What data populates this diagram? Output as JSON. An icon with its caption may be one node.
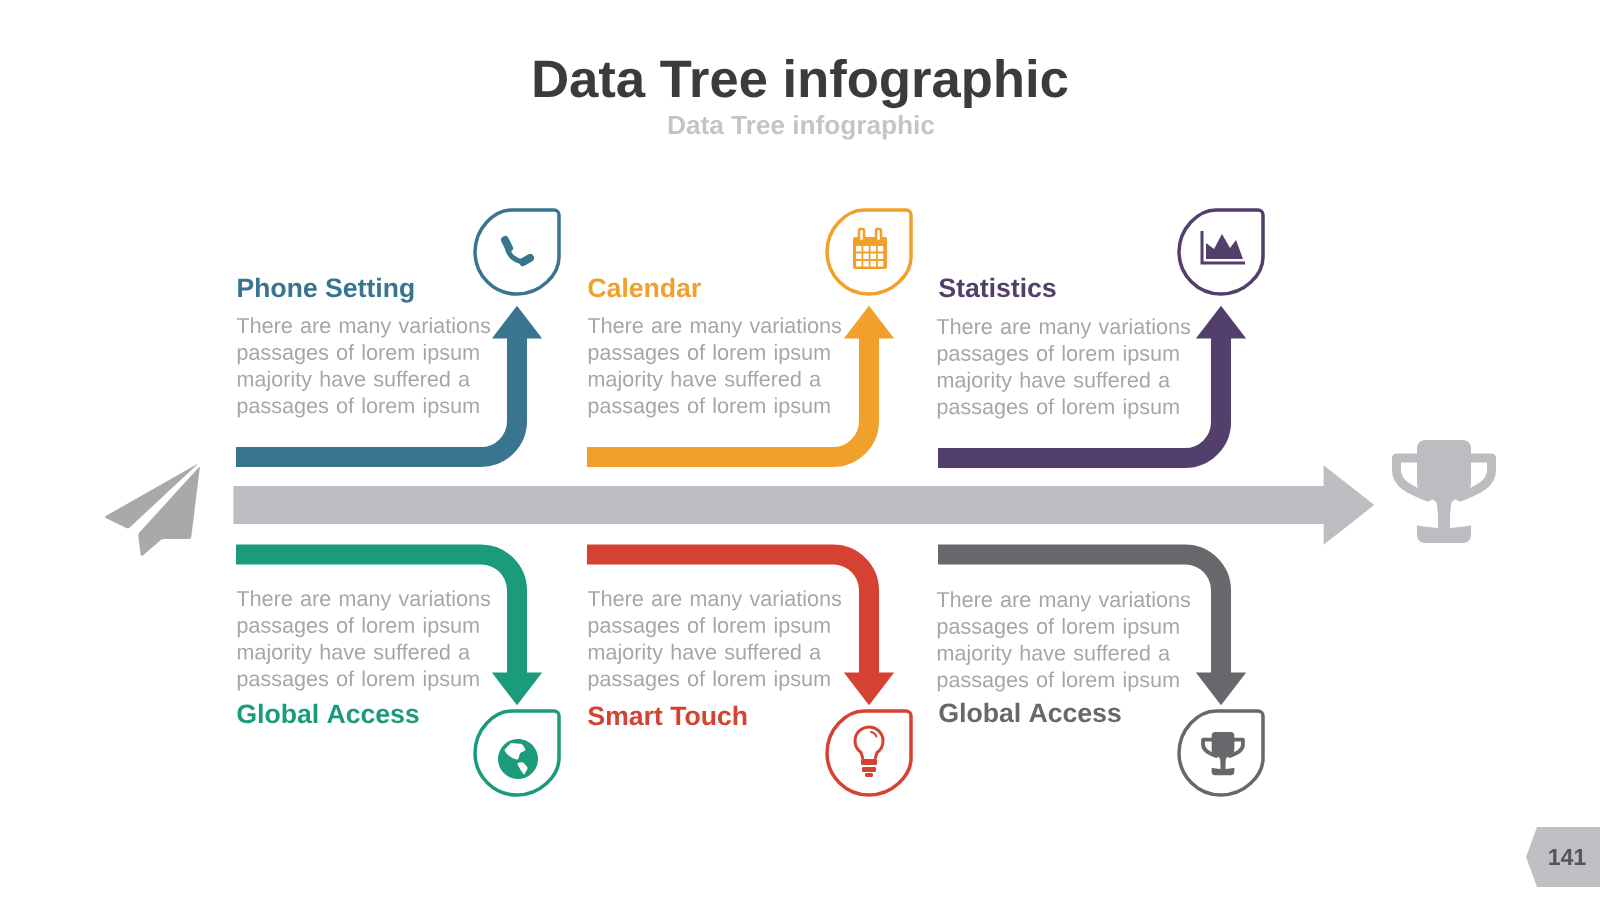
{
  "diagram": {
    "title": "Data Tree infographic",
    "nodes": [
      {
        "text": [],
        "shape": "circle",
        "beside": [
          "Phone Setting",
          "There are many variations passages of lorem ipsum majority have suffered a passages of lorem ipsum"
        ]
      },
      {
        "text": [],
        "shape": "circle",
        "beside": [
          "Calendar",
          "There are many variations passages of lorem ipsum majority have suffered a passages of lorem ipsum"
        ]
      },
      {
        "text": [],
        "shape": "circle",
        "beside": [
          "Statistics",
          "There are many variations passages of lorem ipsum majority have suffered a passages of lorem ipsum"
        ]
      },
      {
        "text": [],
        "shape": "picture"
      },
      {
        "text": [],
        "shape": "picture"
      },
      {
        "text": [],
        "shape": "circle",
        "beside": [
          "Global Access",
          "There are many variations passages of lorem ipsum majority have suffered a passages of lorem ipsum"
        ]
      },
      {
        "text": [],
        "shape": "circle",
        "beside": [
          "Smart Touch",
          "There are many variations passages of lorem ipsum majority have suffered a passages of lorem ipsum"
        ]
      },
      {
        "text": [],
        "shape": "circle",
        "beside": [
          "Global Access",
          "There are many variations passages of lorem ipsum majority have suffered a passages of lorem ipsum"
        ]
      }
    ],
    "edges": [
      {
        "from": 3,
        "to": 4,
        "arrow": "to",
        "style": "thick",
        "color": "#bebdc1"
      },
      {
        "from": null,
        "to": 0,
        "arrow": "to",
        "color": "#3a7590"
      },
      {
        "from": null,
        "to": 1,
        "arrow": "to",
        "color": "#f0a02b"
      },
      {
        "from": null,
        "to": 2,
        "arrow": "to",
        "color": "#523f6b"
      },
      {
        "from": null,
        "to": 5,
        "arrow": "to",
        "color": "#1b9b7c"
      },
      {
        "from": null,
        "to": 6,
        "arrow": "to",
        "color": "#d64232"
      },
      {
        "from": null,
        "to": 7,
        "arrow": "to",
        "color": "#68676b"
      }
    ],
    "labels": [
      "Data Tree infographic",
      "141"
    ]
  }
}
